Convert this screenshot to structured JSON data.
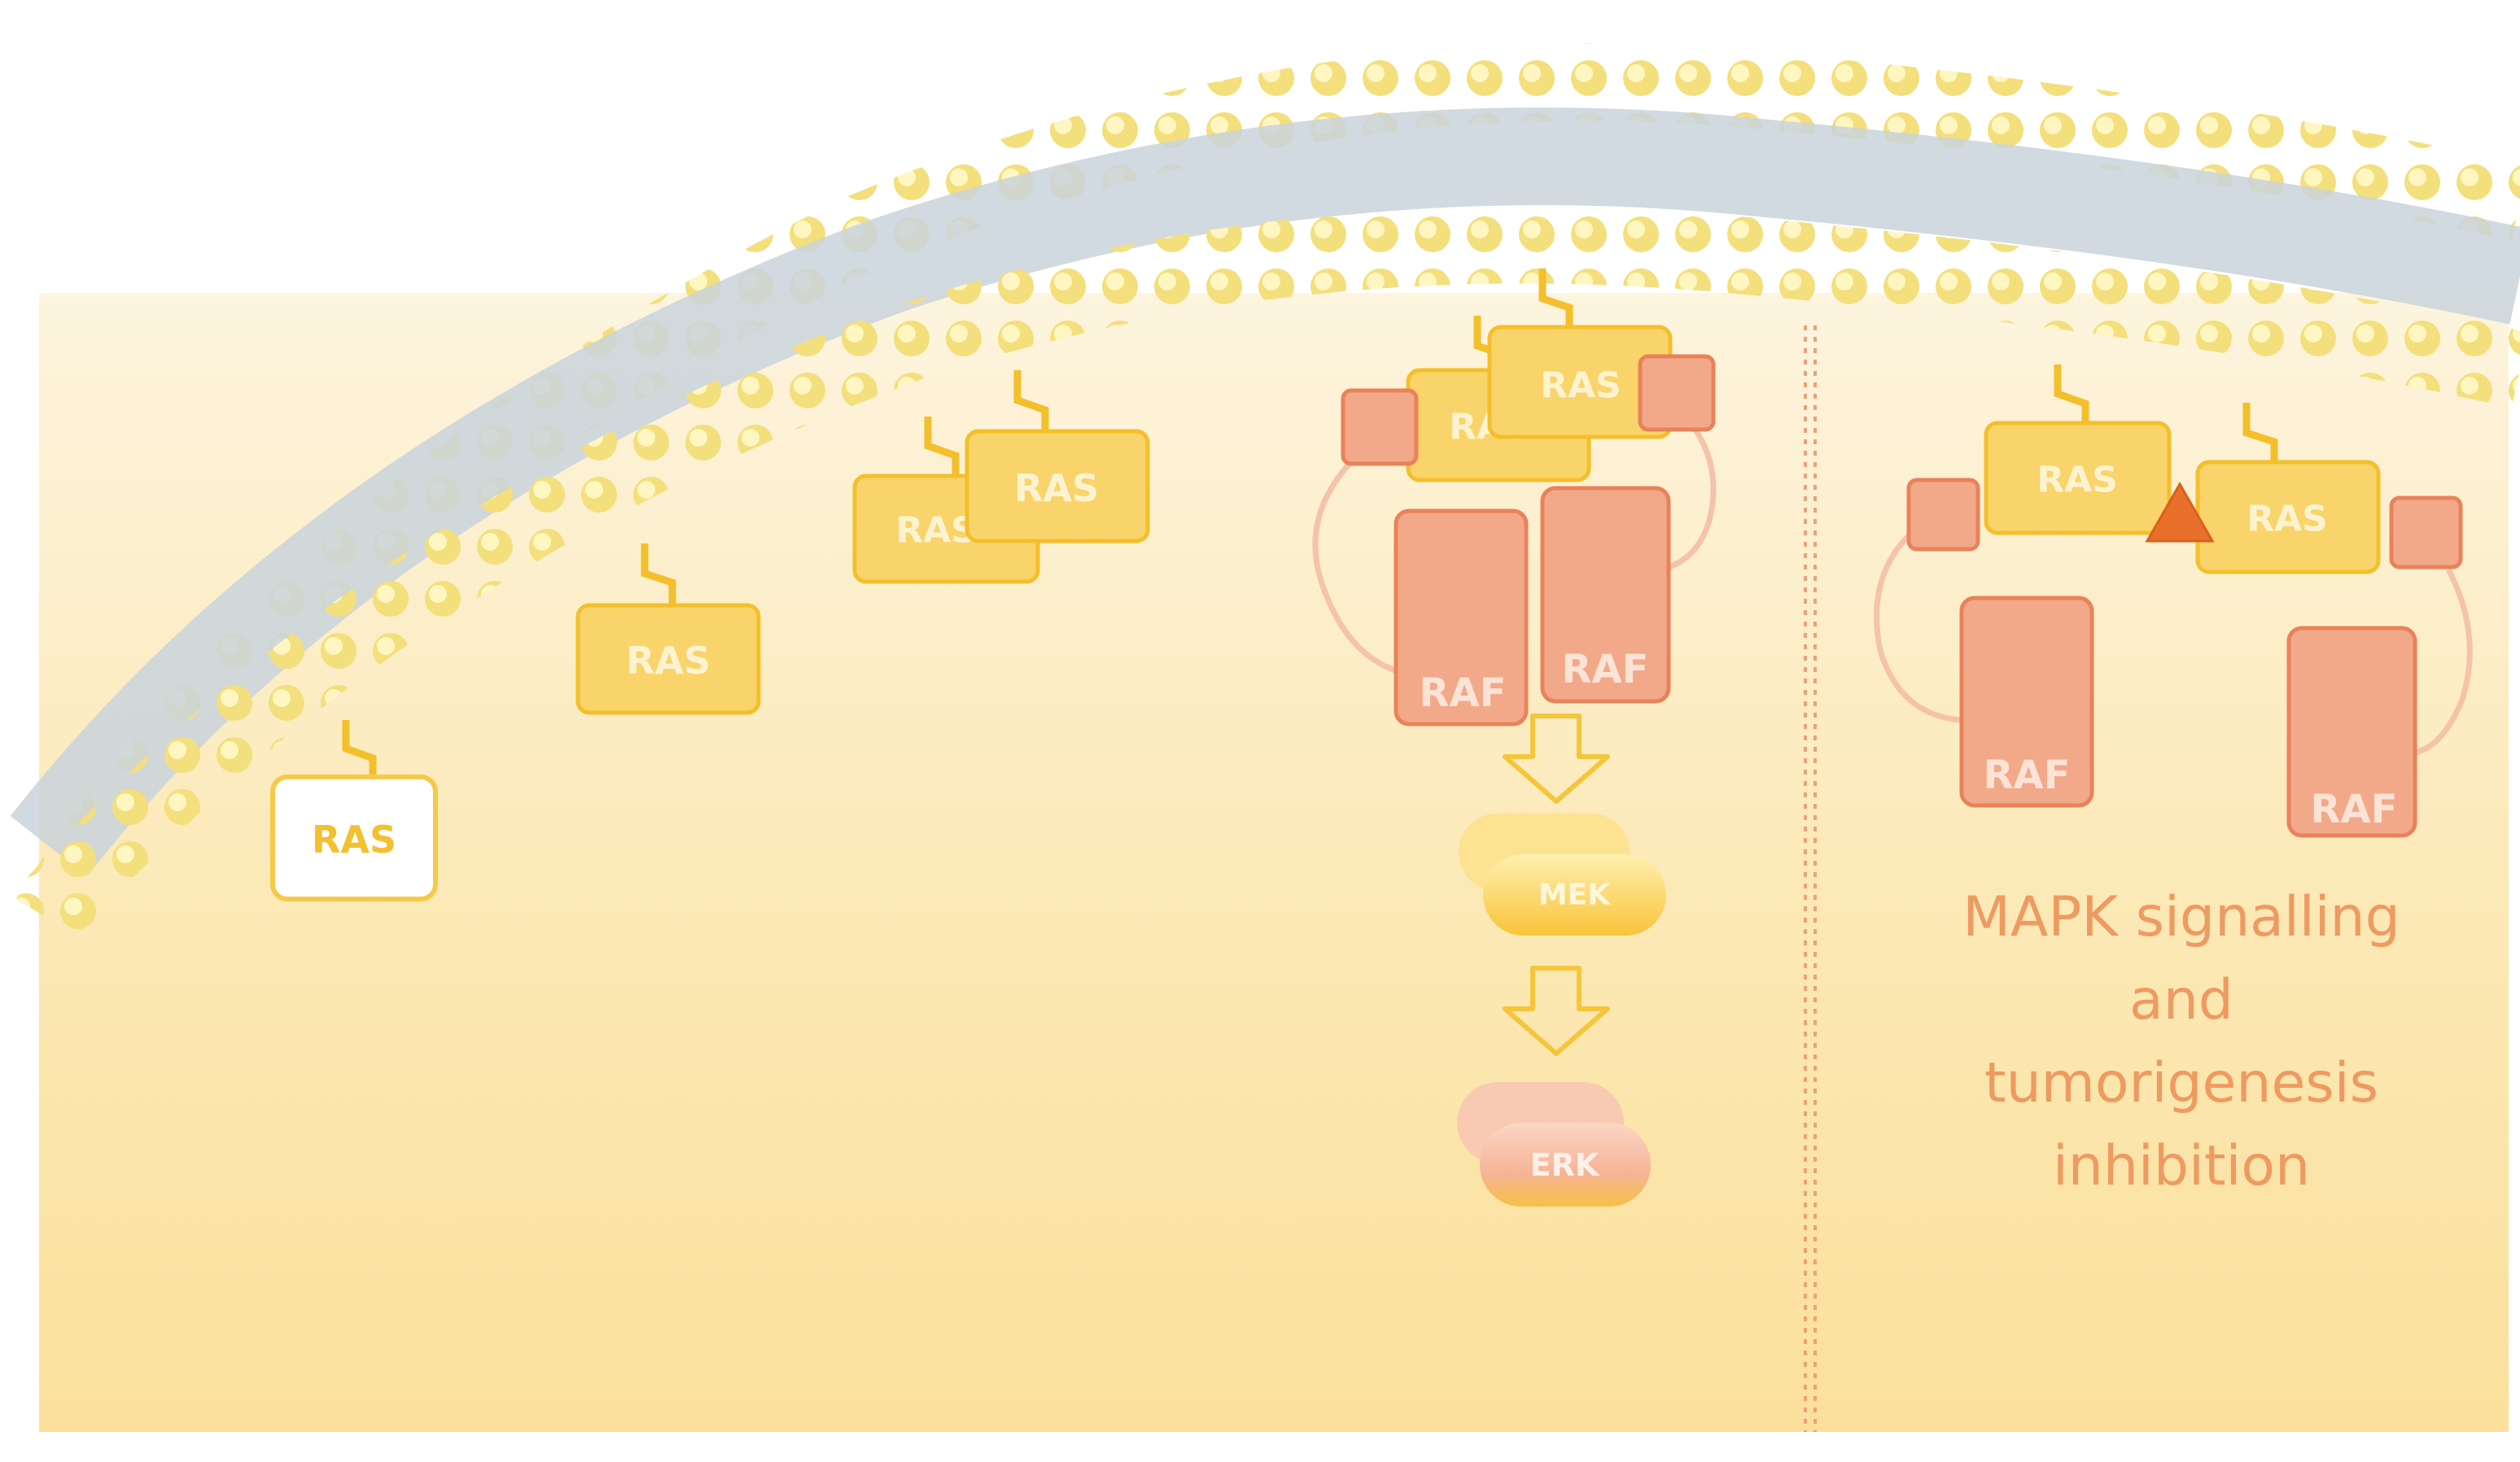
{
  "labels": {
    "ras": "RAS",
    "raf": "RAF",
    "mek": "MEK",
    "erk": "ERK"
  },
  "caption": {
    "line1": "MAPK signalling",
    "line2": "and",
    "line3": "tumorigenesis",
    "line4": "inhibition"
  },
  "colors": {
    "ras_fill": "#f9d46a",
    "ras_stroke": "#f3bf2b",
    "ras_text": "#fdf3d0",
    "inactive_ras_text": "#f2c12e",
    "raf_fill": "#f2a98a",
    "raf_stroke": "#e9825a",
    "raf_text": "#fbe3d6",
    "inhibitor": "#e8702a",
    "caption": "#ee9a61",
    "background_top": "#fefbf2",
    "background_bottom": "#fbe29e"
  }
}
